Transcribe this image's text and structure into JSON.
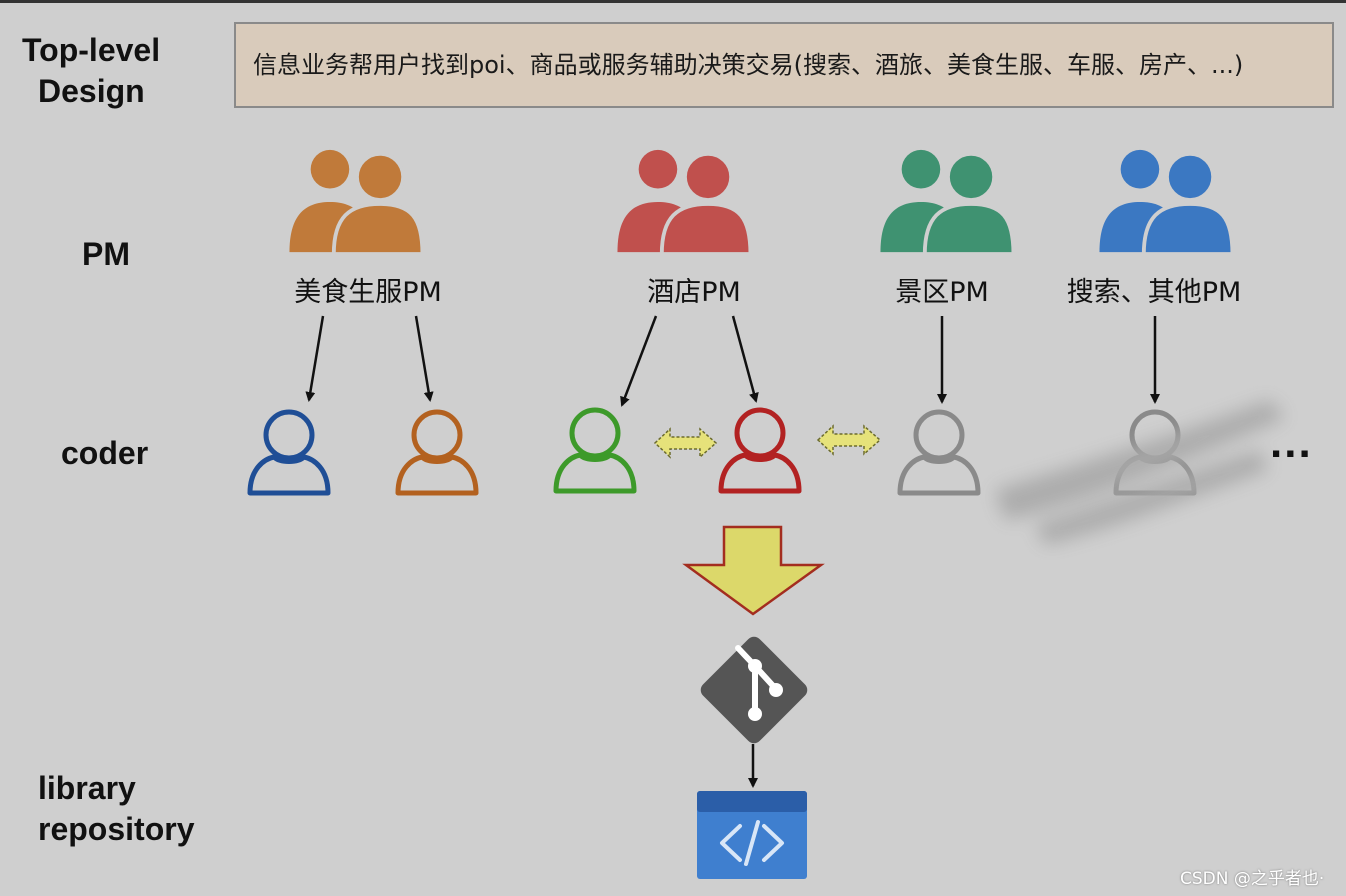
{
  "rows": {
    "top_level_line1": "Top-level",
    "top_level_line2": "Design",
    "pm": "PM",
    "coder": "coder",
    "library_line1": "library",
    "library_line2": "repository"
  },
  "design_text": "信息业务帮用户找到poi、商品或服务辅助决策交易(搜索、酒旅、美食生服、车服、房产、...)",
  "pm_groups": [
    {
      "label": "美食生服PM",
      "color": "#c07a3a",
      "icon": "user-group-icon"
    },
    {
      "label": "酒店PM",
      "color": "#c0504d",
      "icon": "user-group-icon"
    },
    {
      "label": "景区PM",
      "color": "#3f9271",
      "icon": "user-group-icon"
    },
    {
      "label": "搜索、其他PM",
      "color": "#3b78c2",
      "icon": "user-group-icon"
    }
  ],
  "coders": [
    {
      "color": "#1f4e96",
      "icon": "user-outline-icon"
    },
    {
      "color": "#b3611f",
      "icon": "user-outline-icon"
    },
    {
      "color": "#3d9a2a",
      "icon": "user-outline-icon"
    },
    {
      "color": "#b22222",
      "icon": "user-outline-icon"
    },
    {
      "color": "#8a8a8a",
      "icon": "user-outline-icon"
    },
    {
      "color": "#8a8a8a",
      "icon": "user-outline-icon"
    }
  ],
  "ellipsis": "...",
  "icons": {
    "collab_arrow": "double-arrow-icon",
    "merge_arrow": "down-arrow-icon",
    "git": "git-logo-icon",
    "repo": "code-repository-icon"
  },
  "colors": {
    "collab_fill": "#e6e27a",
    "merge_fill": "#dcd86a",
    "merge_stroke": "#a32d1f",
    "git": "#555555",
    "repo": "#3f7fcf"
  },
  "watermark": "CSDN @之乎者也·"
}
